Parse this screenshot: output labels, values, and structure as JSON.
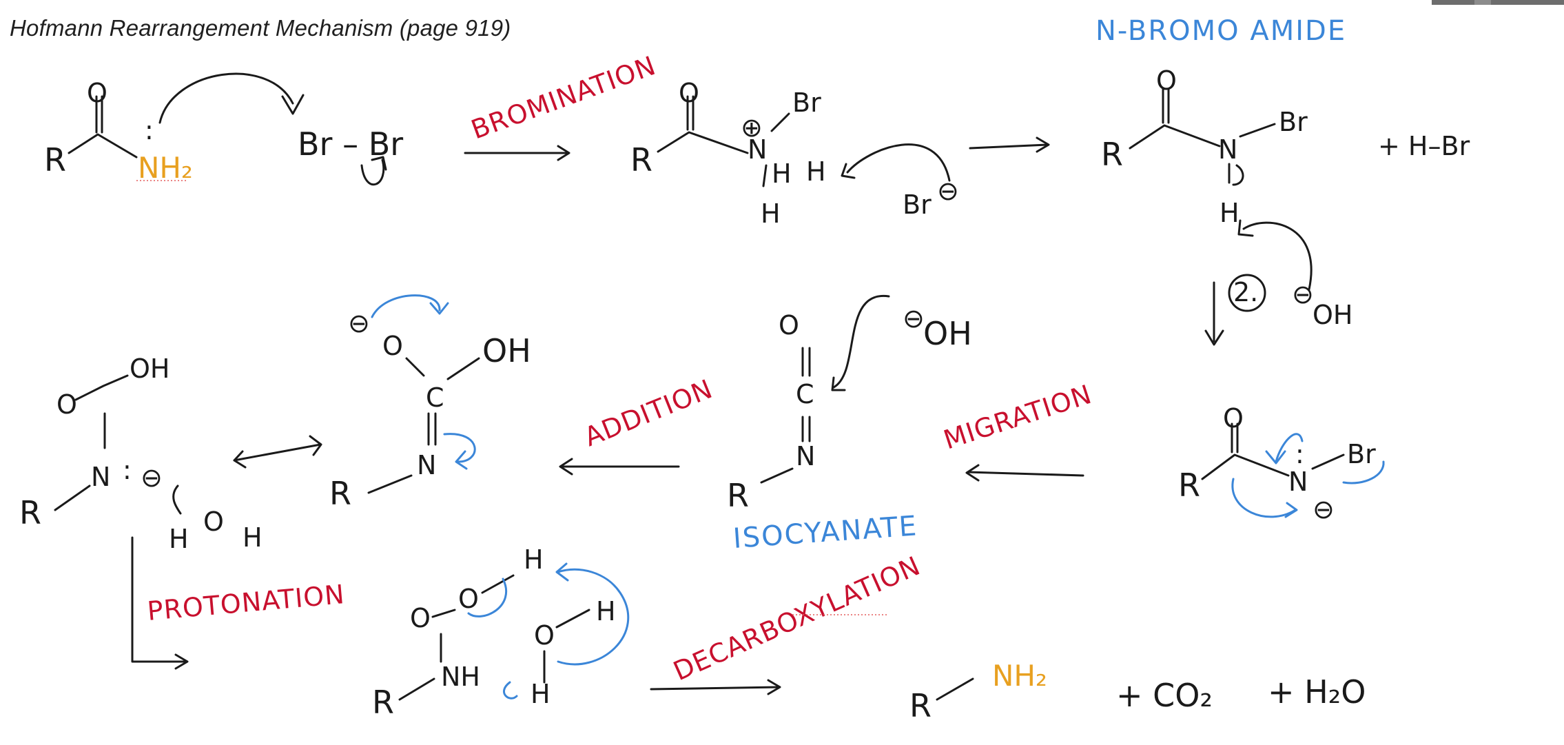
{
  "title": "Hofmann Rearrangement Mechanism (page 919)",
  "labels": {
    "n_bromo_amide": "N-BROMO AMIDE",
    "isocyanate": "ISOCYANATE",
    "bromination": "BROMINATION",
    "addition": "ADDITION",
    "migration": "MIGRATION",
    "protonation": "PROTONATION",
    "decarboxylation": "DECARBOXYLATION"
  },
  "atoms": {
    "R": "R",
    "O": "O",
    "N": "N",
    "C": "C",
    "H": "H",
    "Br": "Br",
    "NH2": "NH₂",
    "NH": "NH",
    "OH": "OH",
    "neg": "⊖",
    "pos": "⊕",
    "br_br": "Br – Br",
    "h_br": "+ H–Br",
    "co2": "+ CO₂",
    "h2o": "+ H₂O",
    "step2": "2."
  },
  "colors": {
    "ink": "#1a1a1a",
    "blue_annotation": "#3b86d8",
    "red_annotation": "#c8102e",
    "orange_highlight": "#e8a020"
  }
}
